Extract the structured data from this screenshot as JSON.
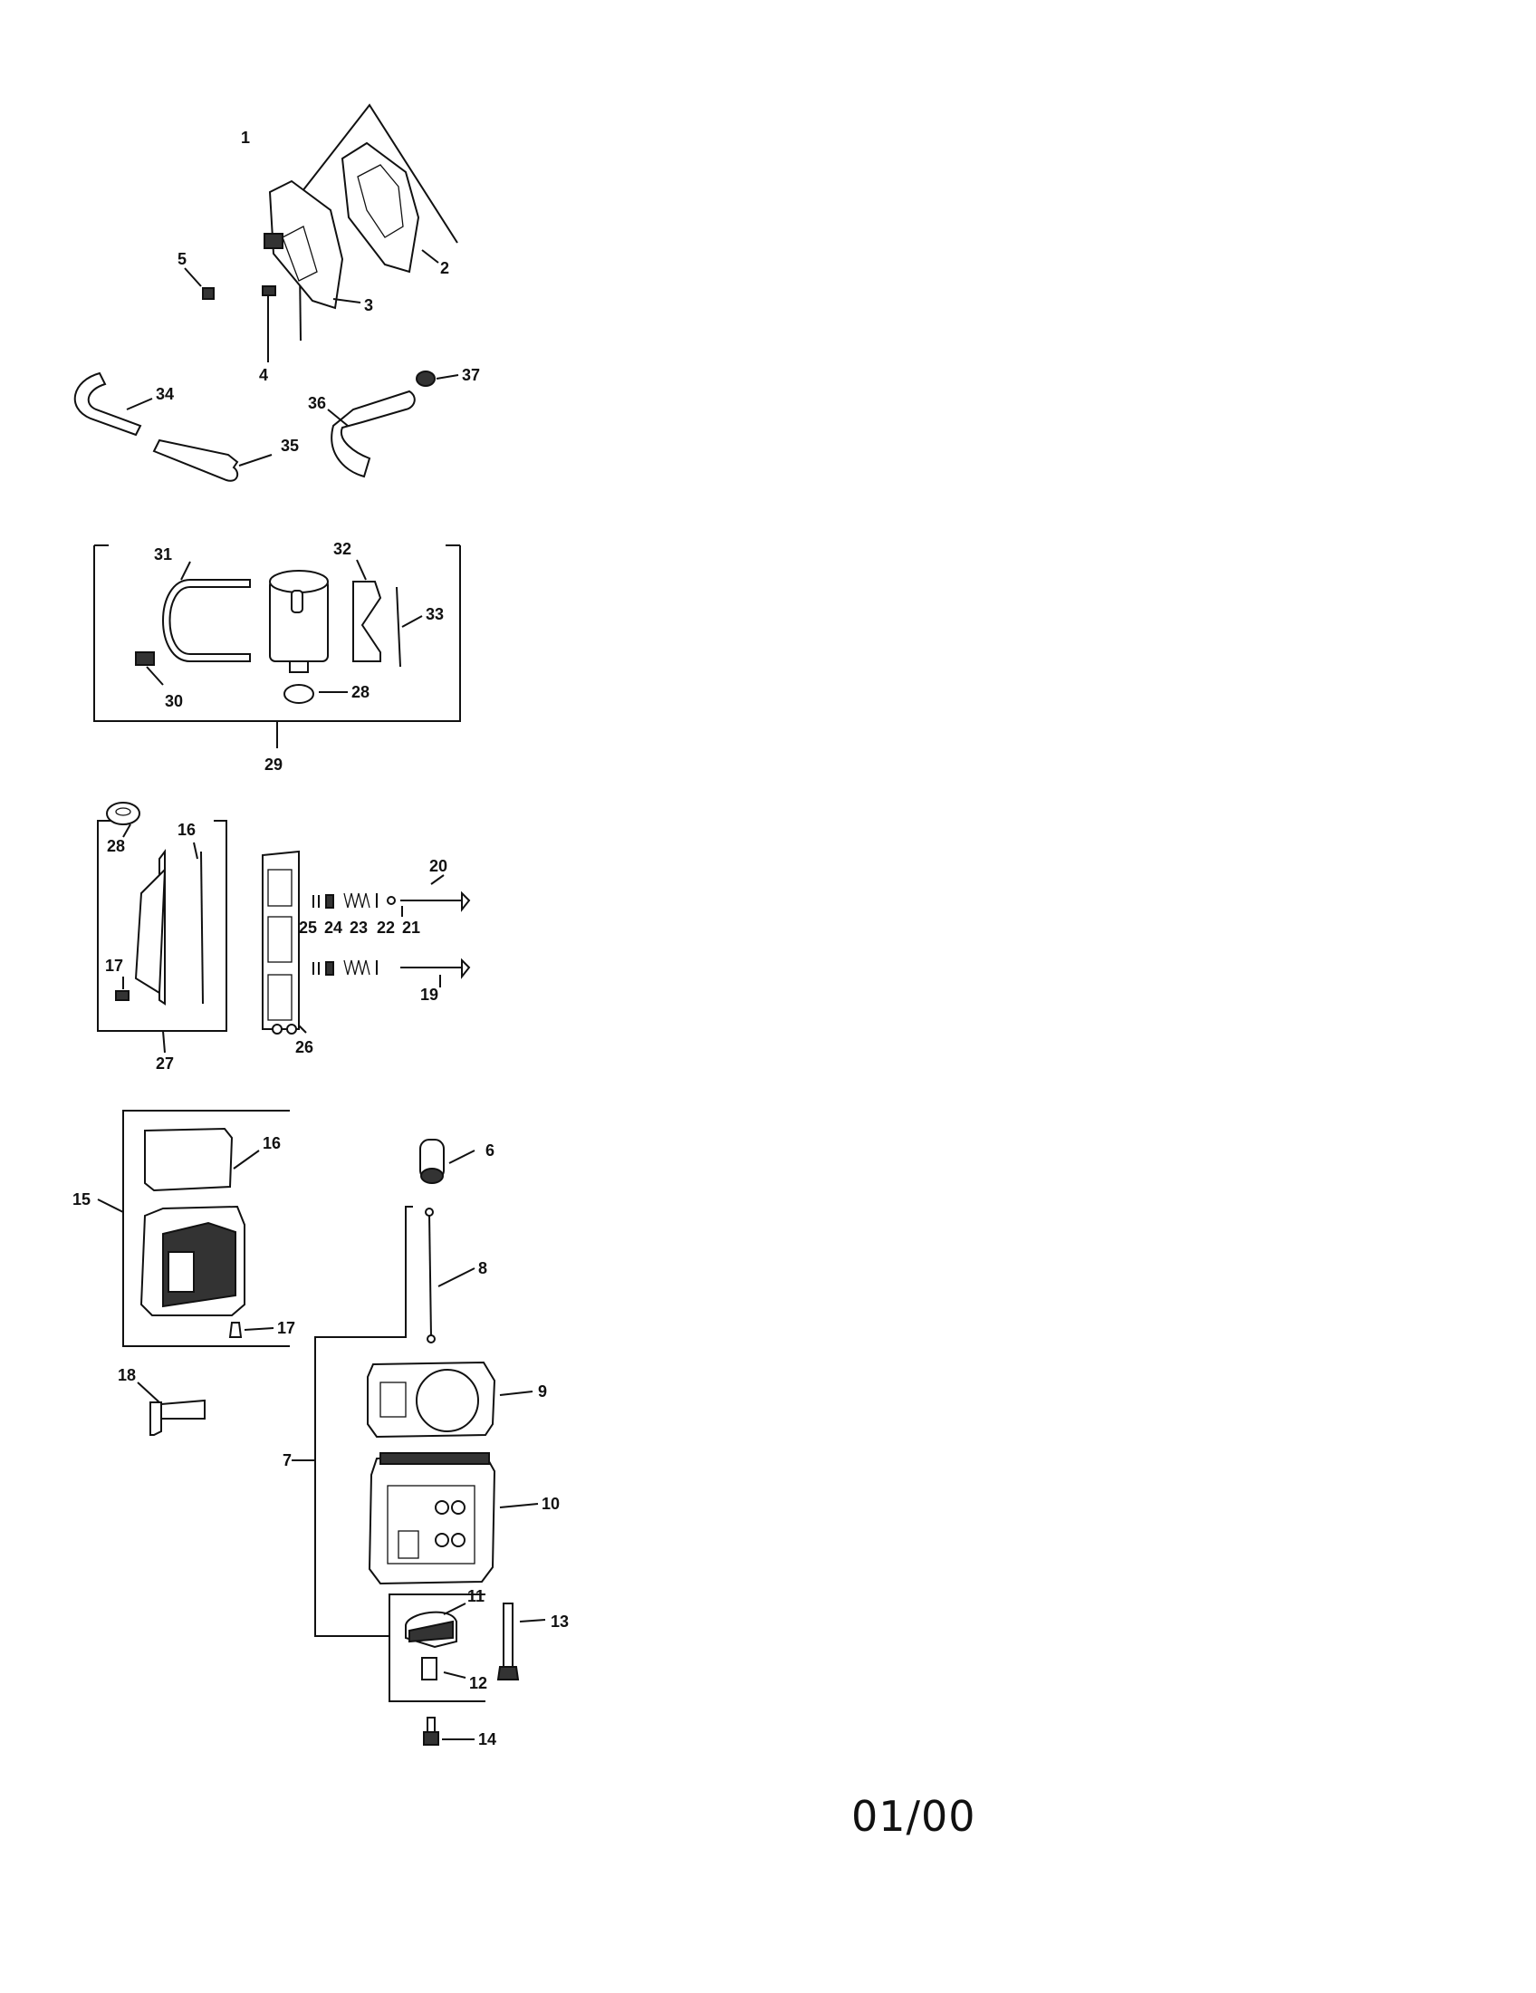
{
  "diagram": {
    "callouts": [
      "1",
      "2",
      "3",
      "4",
      "5",
      "6",
      "7",
      "8",
      "9",
      "10",
      "11",
      "12",
      "13",
      "14",
      "15",
      "16",
      "16",
      "17",
      "17",
      "18",
      "19",
      "20",
      "21",
      "22",
      "23",
      "24",
      "25",
      "26",
      "27",
      "28",
      "28",
      "29",
      "30",
      "31",
      "32",
      "33",
      "34",
      "35",
      "36",
      "37"
    ]
  },
  "footer": {
    "code": "01/00"
  }
}
